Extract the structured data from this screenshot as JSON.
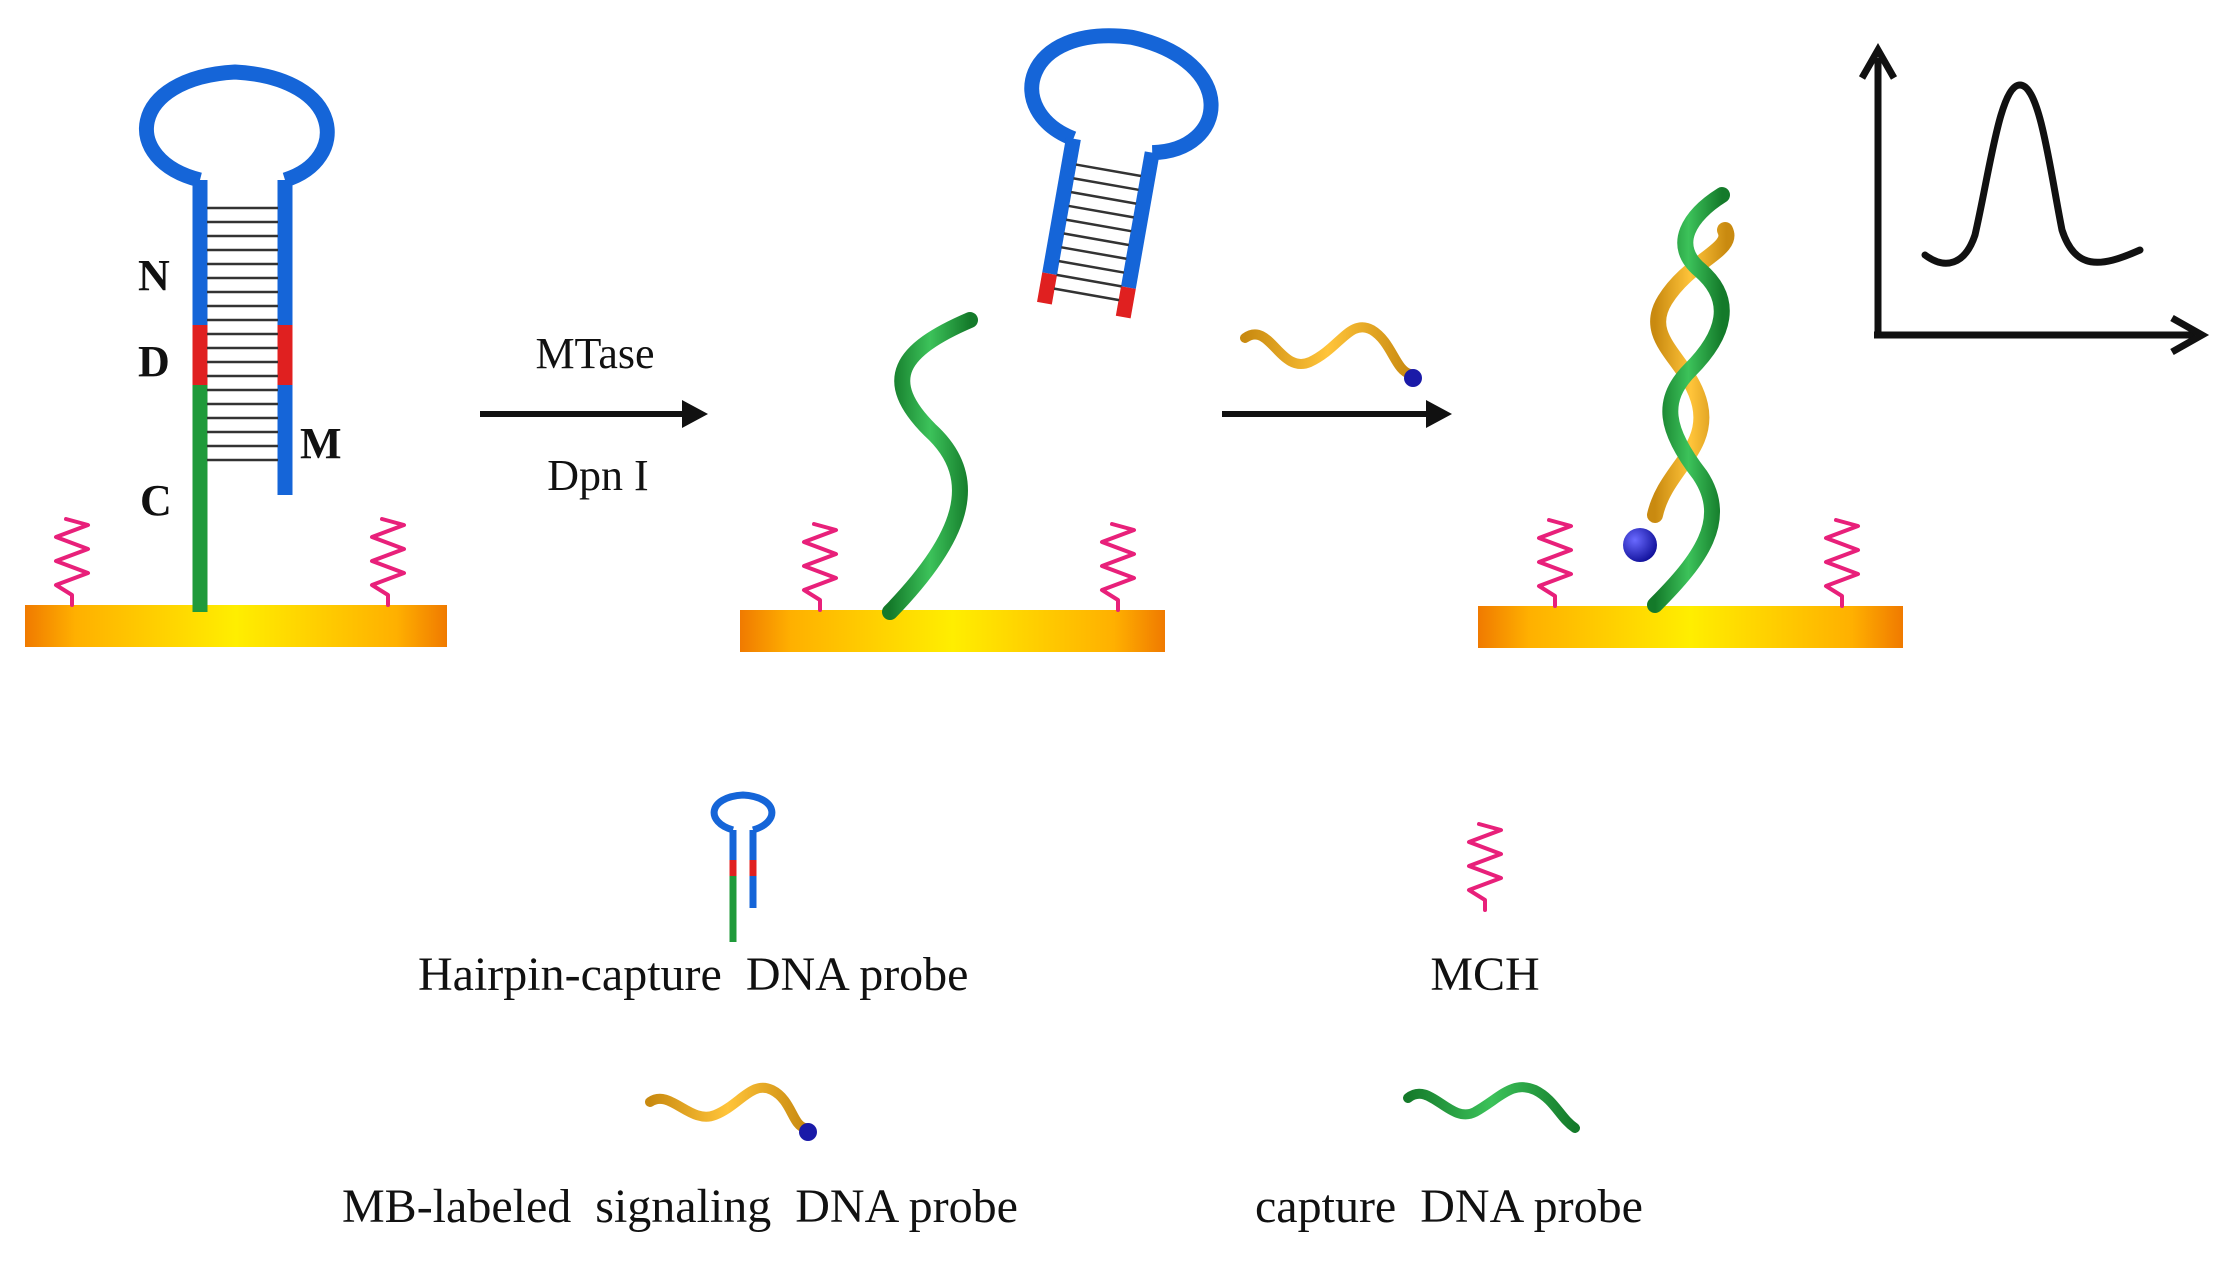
{
  "hairpin_labels": {
    "n": "N",
    "d": "D",
    "c": "C",
    "m": "M"
  },
  "step1": {
    "top": "MTase",
    "bottom": "Dpn I"
  },
  "legend": {
    "hairpin": "Hairpin-capture  DNA probe",
    "mch": "MCH",
    "mb": "MB-labeled  signaling  DNA probe",
    "capture": "capture  DNA probe"
  },
  "colors": {
    "blue": "#1565d8",
    "red": "#e02020",
    "green": "#1f9a3a",
    "orange": "#e8a21a",
    "pink": "#e8207a",
    "mb_dot": "#1a1aa8",
    "electrode_center": "#ffe600",
    "electrode_edge": "#f07a00"
  }
}
